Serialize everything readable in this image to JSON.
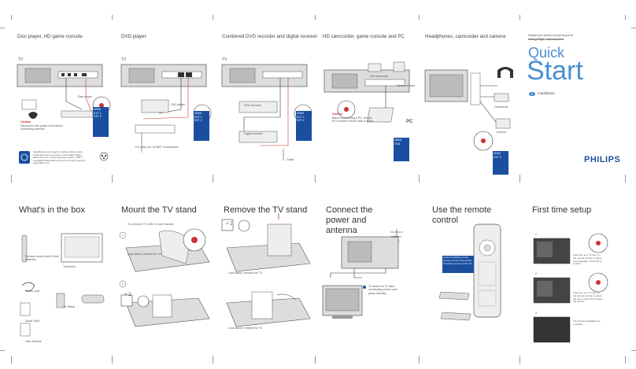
{
  "top_panels": [
    {
      "title": "Disc player, HD game console"
    },
    {
      "title": "DVD player"
    },
    {
      "title": "Combined DVD recorder and digital receiver"
    },
    {
      "title": "HD camcorder, game console and PC"
    },
    {
      "title": "Headphones, camcorder and camera"
    }
  ],
  "tv_label": "TV",
  "labels": {
    "disc_player": "Disc player",
    "dvd_player": "DVD player",
    "dvd_recorder": "DVD recorder",
    "digital_receiver": "Digital receiver",
    "cable": "Cable",
    "hd_camcorder": "HD camcorder",
    "game_console": "Game console",
    "pc": "PC",
    "camcorder": "Camcorder",
    "camera": "Camera",
    "caution_1": "Caution",
    "caution_1_text": "Disconnect the power cord before connecting devices.",
    "caution_2": "Caution",
    "caution_2_text": "Before connecting a PC, set the PC's screen refresh rate to 60Hz.",
    "scart_note": "For easy set, SCART connections."
  },
  "blue_boxes": [
    {
      "text": "HDMI\nEXT 1\nEXT 2"
    },
    {
      "text": "HDMI\nEXT 1\nEXT 2"
    },
    {
      "text": "HDMI\nEXT 1\nEXT 2"
    },
    {
      "text": "HDMI\nVGA"
    },
    {
      "text": "HDMI\nEXT 3"
    }
  ],
  "legal_text": "Specifications are subject to change without notice. Trademarks are the property of Koninklijke Philips Electronics N.V. or their respective owners. 2009 © Koninklijke Philips Electronics N.V. All rights reserved. www.philips.com",
  "quick_start": {
    "register": "Register your product and get support at",
    "url": "www.philips.com/welcome",
    "quick": "Quick",
    "start": "Start",
    "step_num": "1",
    "installation": "Installation",
    "brand": "PHILIPS"
  },
  "bottom_panels": [
    {
      "title": "What's in the box"
    },
    {
      "title": "Mount the TV stand"
    },
    {
      "title": "Remove the TV stand"
    },
    {
      "title": "Connect the power and antenna"
    },
    {
      "title": "Use the remote control"
    },
    {
      "title": "First time setup"
    }
  ],
  "box_items": {
    "remote": "Remote control and 2 AAA batteries",
    "tv": "Television",
    "power_cord": "Power cord",
    "quick_start": "Quick Start",
    "tv_stand": "TV Stand",
    "user_manual": "User Manual"
  },
  "mount_notes": {
    "note1": "To unmount TV, refer to user manual.",
    "step1": "1",
    "note2": "Lock stand; remove the TV.",
    "step2": "2",
    "times": "× 2"
  },
  "remove_notes": {
    "times": "× 2",
    "note1": "Lock stand; remove the TV.",
    "note2": "Lock stand; remove the TV."
  },
  "power_notes": {
    "cable": "Cable",
    "note": "To switch on TV after connecting power cord, press standby."
  },
  "remote_notes": {
    "note": "Connect batteries to the remote control. Then press the button to turn on the TV."
  },
  "setup_notes": {
    "s1": "1",
    "t1": "Press the ▲ or ▼ key on the remote control to select your language. Press OK to confirm.",
    "s2": "2",
    "t2": "Press the ▲ or ▼ key on the remote control to select the store. Press OK to begin the search.",
    "s3": "3",
    "t3": "The channel installation is complete."
  }
}
